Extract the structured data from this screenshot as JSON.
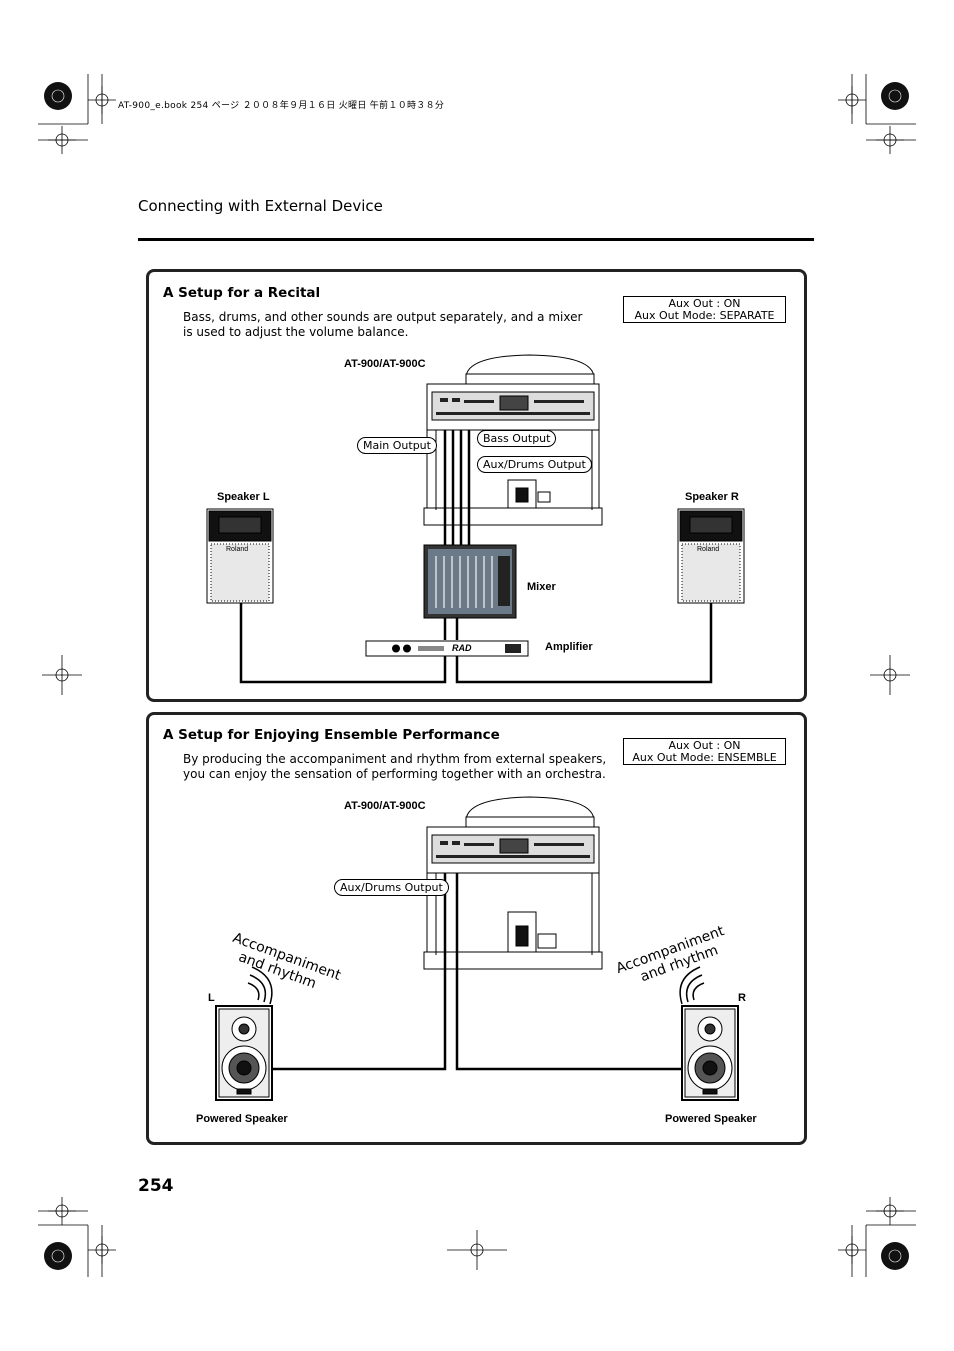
{
  "print_slug": "AT-900_e.book 254 ページ ２００８年９月１６日 火曜日 午前１０時３８分",
  "section_header": "Connecting with External Device",
  "page_number": "254",
  "recital": {
    "title": "A Setup for a Recital",
    "description_lines": [
      "Bass, drums, and other sounds are output separately, and a mixer",
      "is used to adjust the volume balance."
    ],
    "settings": [
      "Aux Out :  ON",
      "Aux Out Mode:  SEPARATE"
    ],
    "instrument_label": "AT-900/AT-900C",
    "outputs": {
      "main": "Main Output",
      "bass": "Bass Output",
      "aux_drums": "Aux/Drums Output"
    },
    "speaker_left": "Speaker L",
    "speaker_right": "Speaker R",
    "speaker_brand": "Roland",
    "mixer": "Mixer",
    "amplifier": "Amplifier",
    "amplifier_brand": "RAD"
  },
  "ensemble": {
    "title": "A Setup for Enjoying Ensemble Performance",
    "description_lines": [
      "By producing the accompaniment and rhythm from external speakers,",
      "you can enjoy the sensation of performing together with an orchestra."
    ],
    "settings": [
      "Aux Out :  ON",
      "Aux Out Mode:  ENSEMBLE"
    ],
    "instrument_label": "AT-900/AT-900C",
    "aux_drums_output": "Aux/Drums Output",
    "left_caption": [
      "Accompaniment",
      "and rhythm"
    ],
    "right_caption": [
      "Accompaniment",
      "and rhythm"
    ],
    "channel_left": "L",
    "channel_right": "R",
    "speaker_left": "Powered Speaker",
    "speaker_right": "Powered Speaker"
  }
}
